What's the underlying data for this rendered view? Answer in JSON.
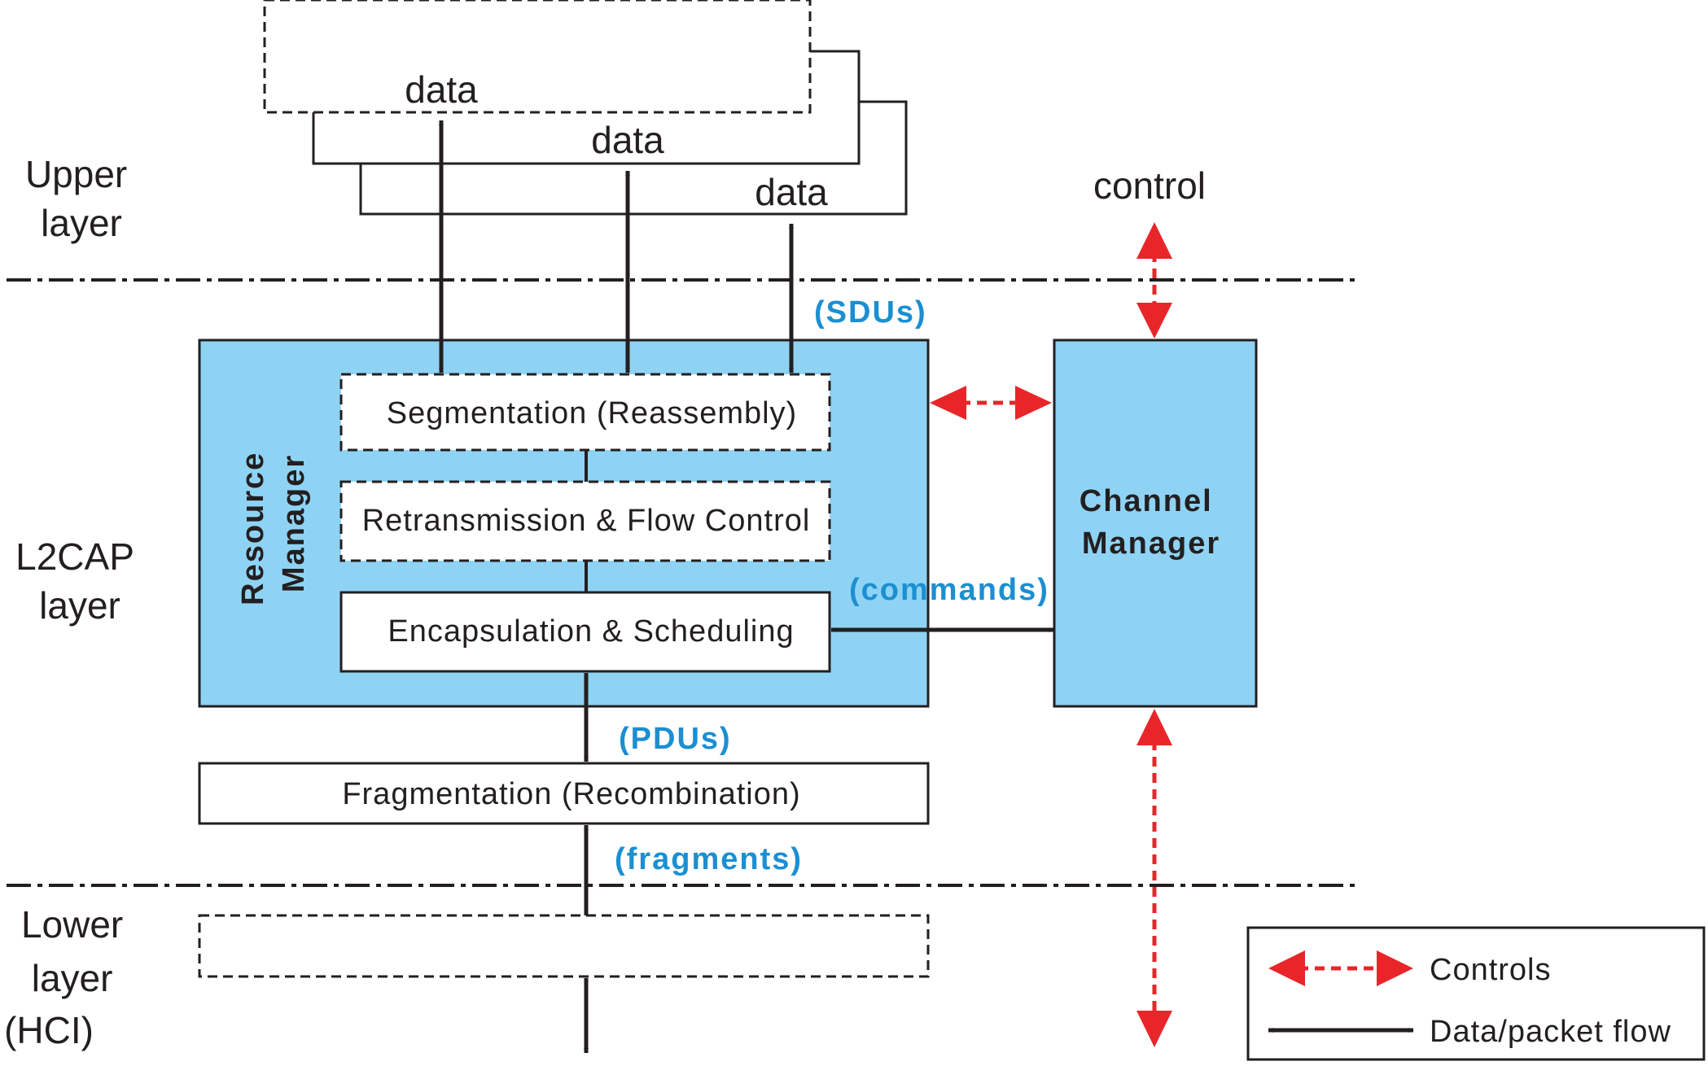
{
  "layers": {
    "upper": [
      "Upper",
      "layer"
    ],
    "l2cap": [
      "L2CAP",
      "layer"
    ],
    "lower": [
      "Lower",
      "layer",
      "(HCI)"
    ]
  },
  "upper_stack": {
    "data1": "data",
    "data2": "data",
    "data3": "data"
  },
  "control_label": "control",
  "flow_labels": {
    "sdus": "(SDUs)",
    "pdus": "(PDUs)",
    "fragments": "(fragments)",
    "commands": "(commands)"
  },
  "resource_manager": {
    "title": [
      "Resource",
      "Manager"
    ],
    "segmentation": "Segmentation (Reassembly)",
    "retransmission": "Retransmission & Flow Control",
    "encapsulation": "Encapsulation & Scheduling"
  },
  "fragmentation": "Fragmentation (Recombination)",
  "channel_manager": [
    "Channel",
    "Manager"
  ],
  "legend": {
    "controls": "Controls",
    "data_flow": "Data/packet flow"
  },
  "colors": {
    "box_fill": "#8fd3f4",
    "control_arrow": "#e8262a",
    "data_arrow": "#231f20",
    "flow_label": "#1b8fd1"
  }
}
